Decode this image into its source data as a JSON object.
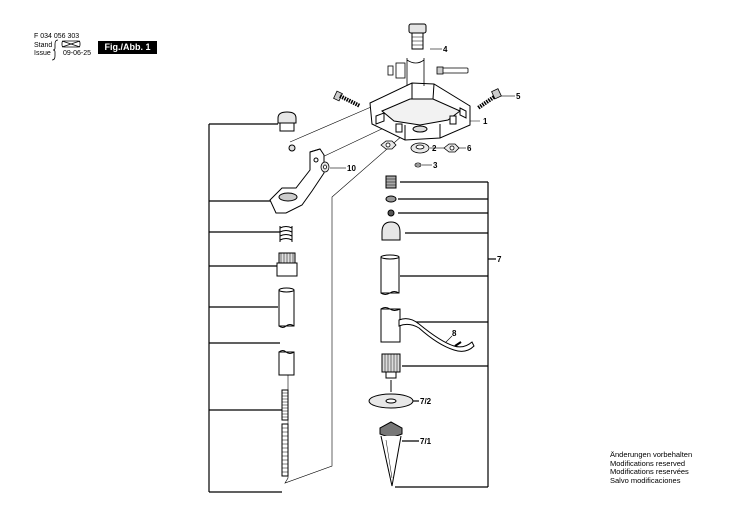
{
  "header": {
    "doc_number": "F 034 056 303",
    "stand_label": "Stand",
    "issue_label": "Issue",
    "issue_date": "09-06-25",
    "figure_label": "Fig./Abb. 1"
  },
  "part_labels": {
    "p1": "1",
    "p2": "2",
    "p3": "3",
    "p4": "4",
    "p5": "5",
    "p6": "6",
    "p7": "7",
    "p8": "8",
    "p10": "10",
    "p7_1": "7/1",
    "p7_2": "7/2"
  },
  "notes": {
    "de": "Änderungen vorbehalten",
    "en": "Modifications reserved",
    "fr": "Modifications reservées",
    "es": "Salvo modificaciones"
  }
}
